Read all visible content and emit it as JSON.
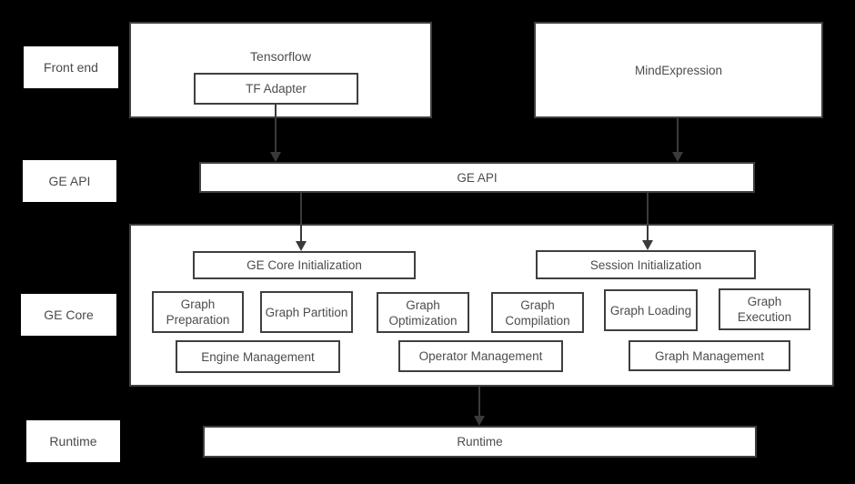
{
  "row_labels": [
    {
      "text": "Front end"
    },
    {
      "text": "GE API"
    },
    {
      "text": "GE Core"
    },
    {
      "text": "Runtime"
    }
  ],
  "frontend": {
    "tensorflow_label": "Tensorflow",
    "tf_adapter_label": "TF Adapter",
    "mindexpression_label": "MindExpression"
  },
  "ge_api": {
    "label": "GE API"
  },
  "ge_core": {
    "init_boxes": [
      {
        "label": "GE Core Initialization"
      },
      {
        "label": "Session Initialization"
      }
    ],
    "stage_boxes": [
      {
        "label": "Graph Preparation"
      },
      {
        "label": "Graph Partition"
      },
      {
        "label": "Graph Optimization"
      },
      {
        "label": "Graph Compilation"
      },
      {
        "label": "Graph Loading"
      },
      {
        "label": "Graph Execution"
      }
    ],
    "management_boxes": [
      {
        "label": "Engine Management"
      },
      {
        "label": "Operator Management"
      },
      {
        "label": "Graph Management"
      }
    ]
  },
  "runtime": {
    "label": "Runtime"
  },
  "colors": {
    "background": "#000000",
    "box_fill": "#ffffff",
    "box_border": "#3f3f3f",
    "text": "#4d4d4d",
    "arrow": "#3a3a3a"
  }
}
